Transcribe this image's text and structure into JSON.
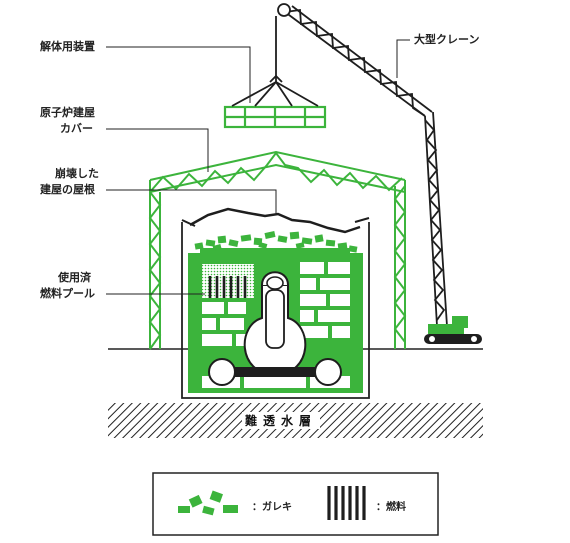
{
  "labels": {
    "dismantling_device": "解体用装置",
    "building_cover": [
      "原子炉建屋",
      "カバー"
    ],
    "collapsed_roof": [
      "崩壊した",
      "建屋の屋根"
    ],
    "spent_fuel_pool": [
      "使用済",
      "燃料プール"
    ],
    "large_crane": "大型クレーン",
    "impermeable_layer": "難透水層"
  },
  "legend": {
    "rubble": "：ガレキ",
    "fuel": "：燃料"
  },
  "colors": {
    "green": "#3cb43c",
    "light_green": "#dff0d8",
    "ink": "#1e1e1e"
  }
}
